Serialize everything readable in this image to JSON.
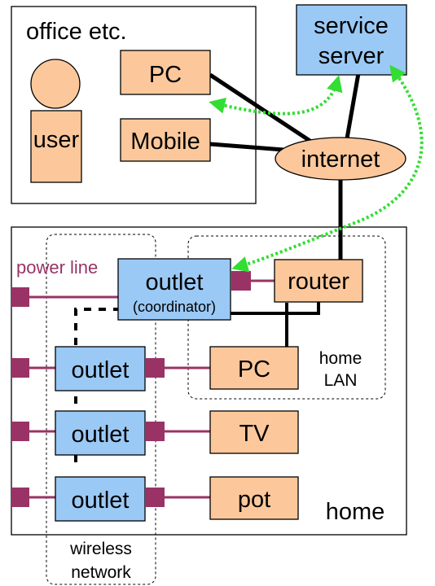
{
  "labels": {
    "office": "office etc.",
    "user": "user",
    "pc_office": "PC",
    "mobile": "Mobile",
    "service_server_line1": "service",
    "service_server_line2": "server",
    "internet": "internet",
    "power_line": "power line",
    "coordinator_title": "outlet",
    "coordinator_sub": "(coordinator)",
    "router": "router",
    "pc_home": "PC",
    "home_lan_line1": "home",
    "home_lan_line2": "LAN",
    "outlet": "outlet",
    "tv": "TV",
    "pot": "pot",
    "home": "home",
    "wireless_line1": "wireless",
    "wireless_line2": "network"
  },
  "colors": {
    "device_fill": "#fcc89b",
    "outlet_fill": "#9bc9f5",
    "power_line": "#993366",
    "link_green": "#33dd33",
    "lan_line": "#000000"
  }
}
